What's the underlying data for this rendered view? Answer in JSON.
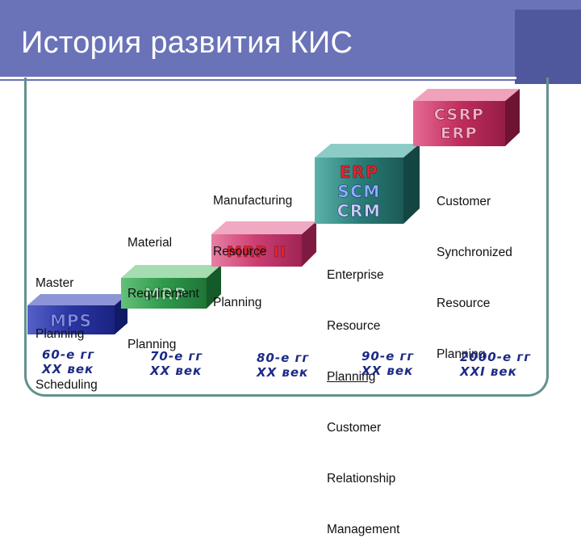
{
  "title": "История развития КИС",
  "blocks": {
    "mps": "MPS",
    "mrp": "MRP",
    "mrp2": "MRP II",
    "erp_scm_crm": [
      "ERP",
      "SCM",
      "CRM"
    ],
    "csrp_erp": [
      "CSRP",
      "ERP"
    ]
  },
  "descriptions": {
    "mps": [
      "Master",
      "Planning",
      "Scheduling"
    ],
    "mrp": [
      "Material",
      "Requirement",
      "Planning"
    ],
    "mrp2": [
      "Manufacturing",
      "Resource",
      "Planning"
    ],
    "erp": [
      "Enterprise",
      "Resource",
      "Planning",
      "Customer",
      "Relationship",
      "Management"
    ],
    "csrp": [
      "Customer",
      "Synchronized",
      "Resource",
      "Planning"
    ]
  },
  "eras": [
    [
      "60-е гг",
      "XX век"
    ],
    [
      "70-е гг",
      "XX век"
    ],
    [
      "80-е гг",
      "XX век"
    ],
    [
      "90-е гг",
      "XX век"
    ],
    [
      "2000-е гг",
      "XXI век"
    ]
  ],
  "colors": {
    "header": "#6a73b8",
    "mps": "#2a35a4",
    "mrp": "#2f9a4c",
    "mrp2": "#cb3d72",
    "erp": "#2a7d78",
    "csrp": "#c12e5d",
    "text_blue": "#1c2a86",
    "text_red": "#e0242e"
  }
}
